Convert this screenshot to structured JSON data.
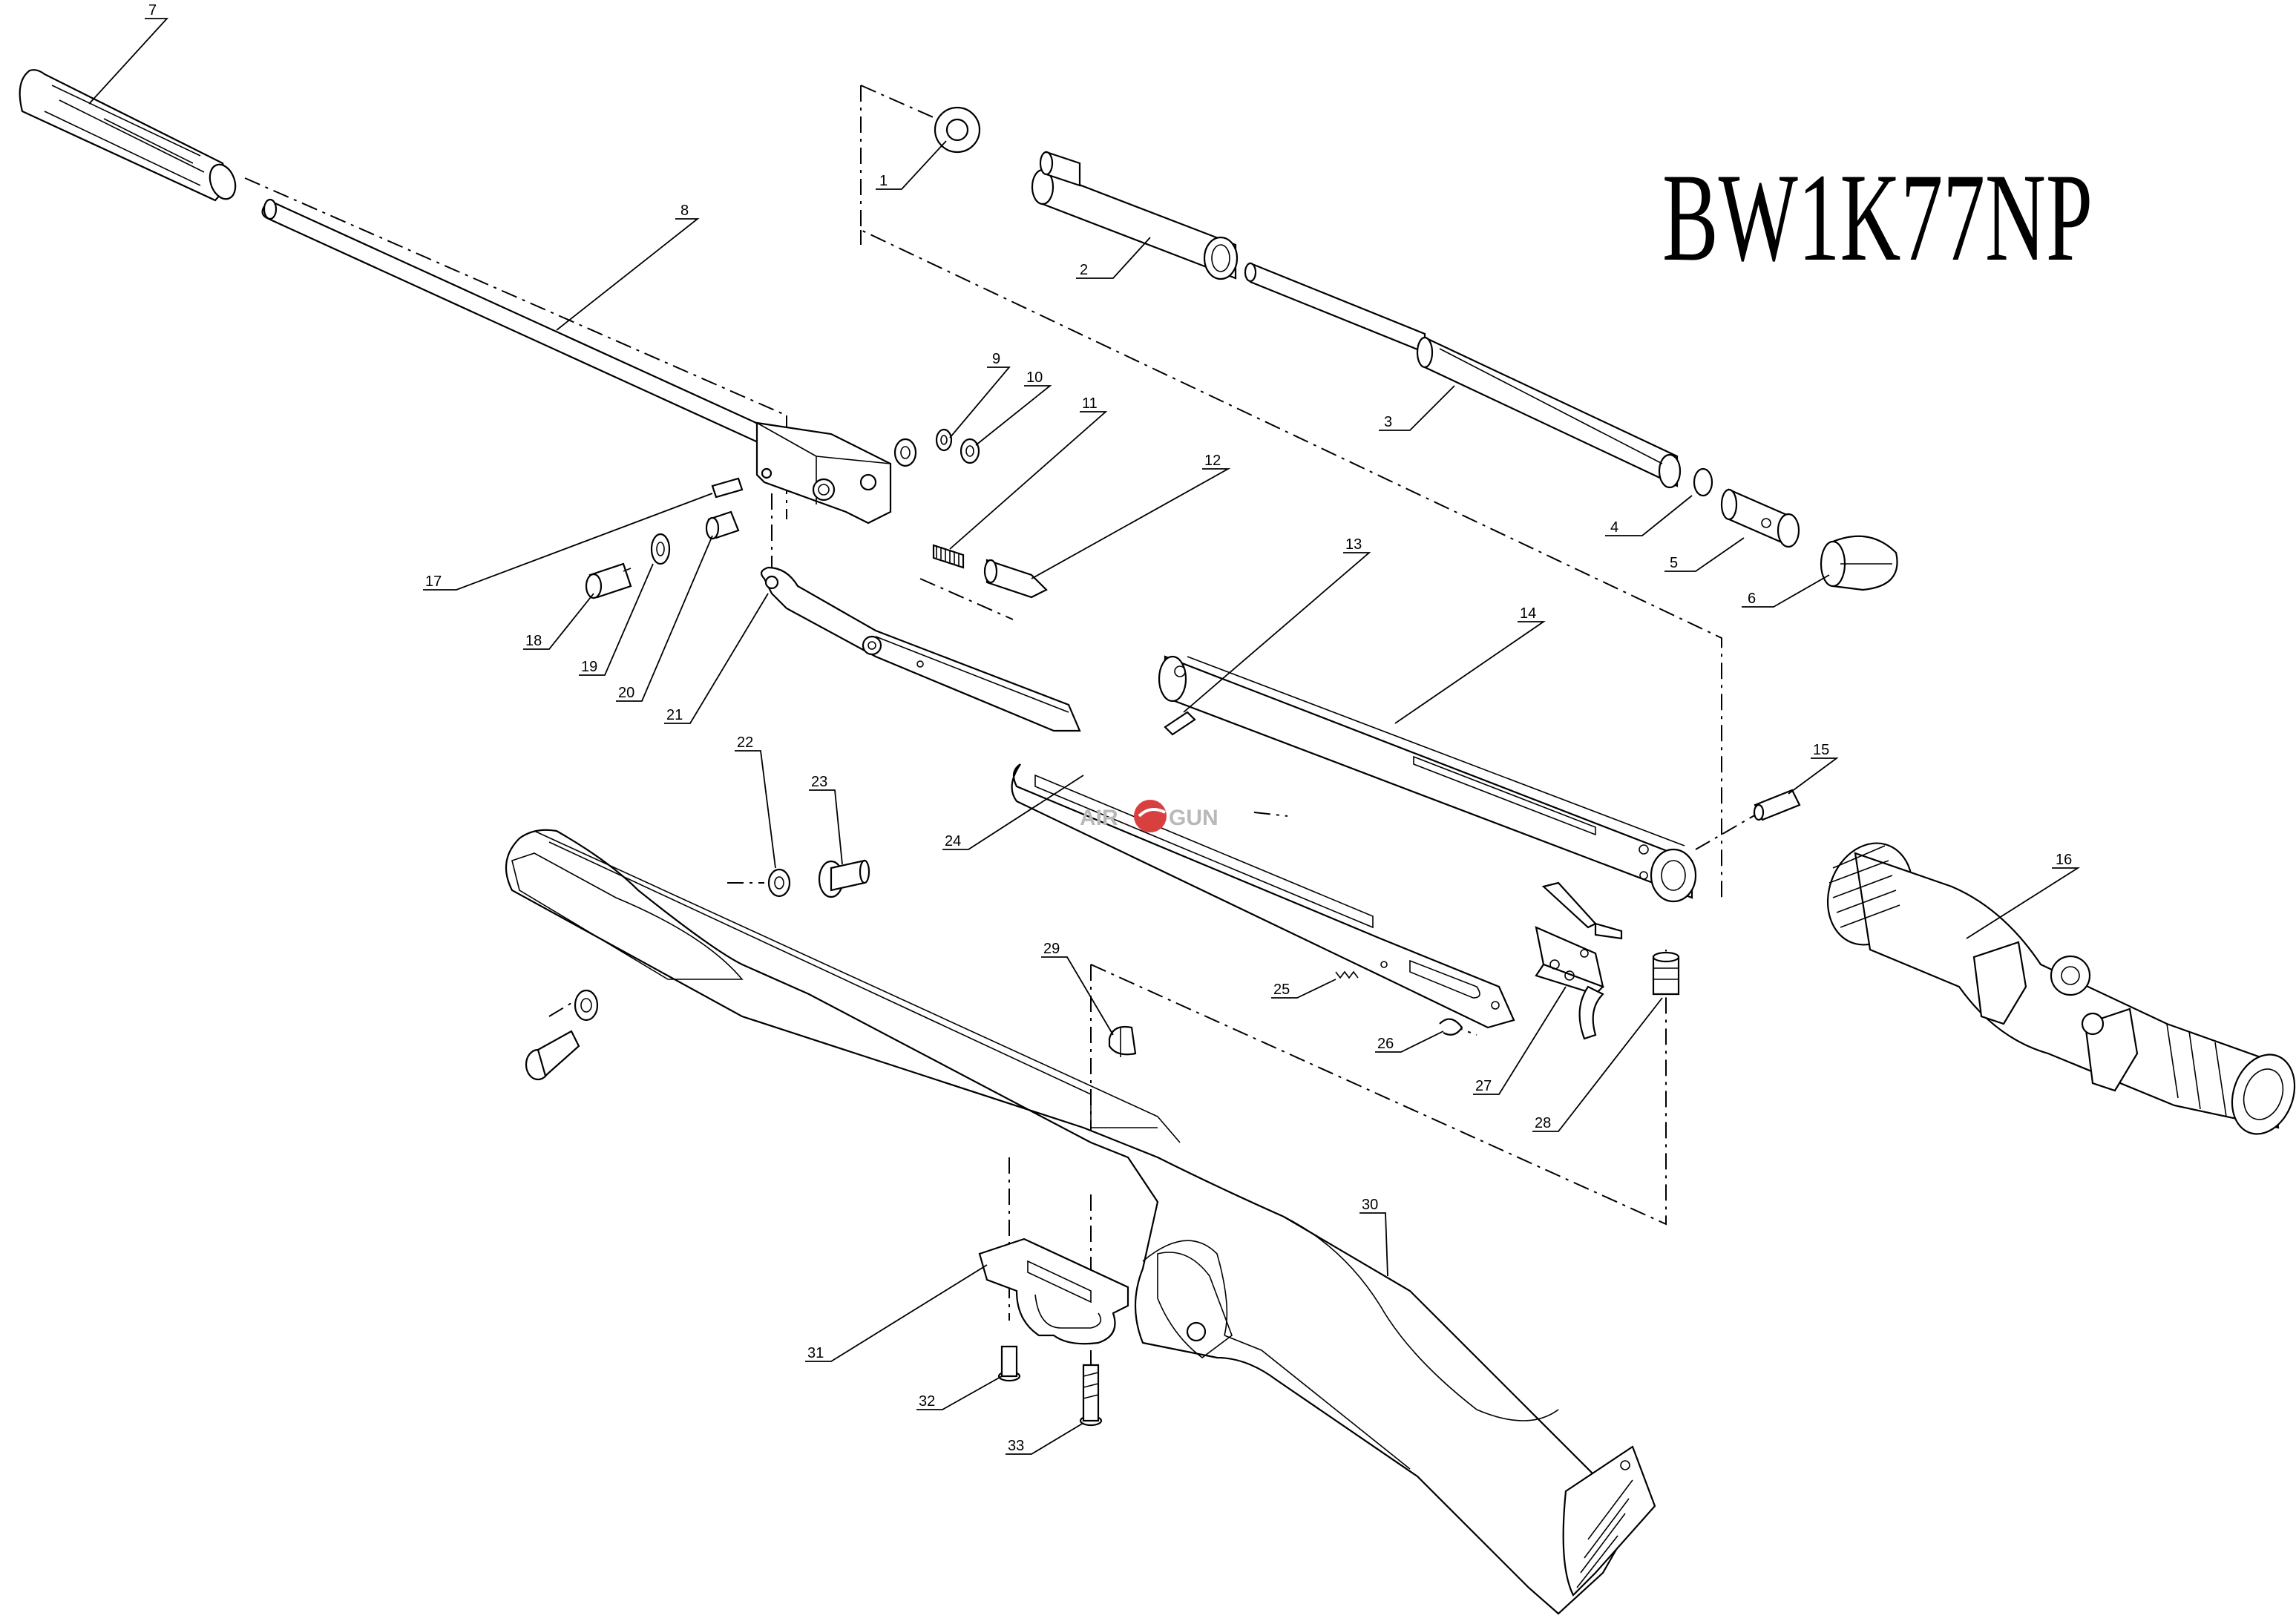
{
  "title": "BW1K77NP",
  "watermark": {
    "left": "AIR",
    "right": "GUN",
    "color_text": "#b9b9b9",
    "color_mark": "#d84040"
  },
  "part_labels": [
    "1",
    "2",
    "3",
    "4",
    "5",
    "6",
    "7",
    "8",
    "9",
    "10",
    "11",
    "12",
    "13",
    "14",
    "15",
    "16",
    "17",
    "18",
    "19",
    "20",
    "21",
    "22",
    "23",
    "24",
    "25",
    "26",
    "27",
    "28",
    "29",
    "30",
    "31",
    "32",
    "33"
  ]
}
